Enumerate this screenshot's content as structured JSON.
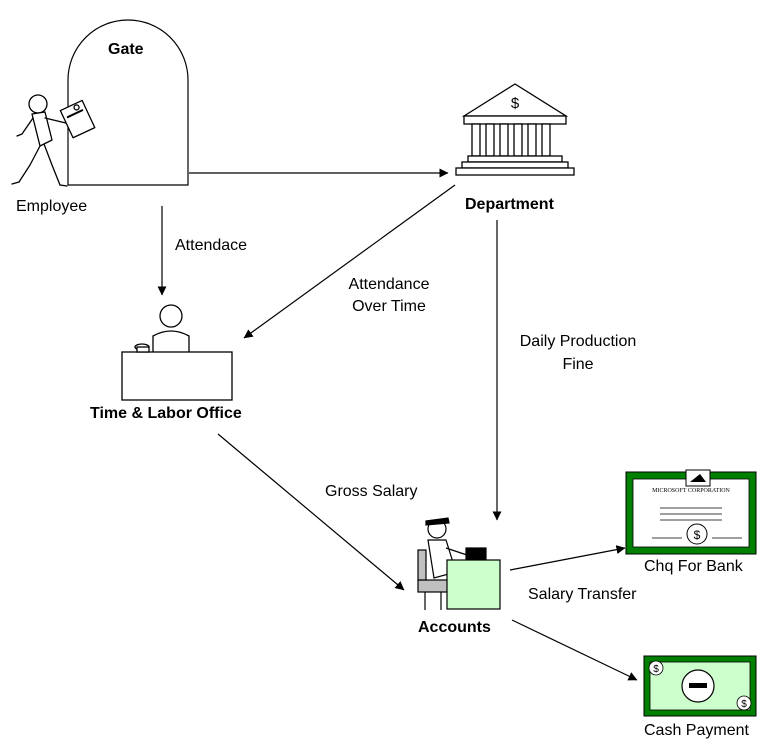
{
  "nodes": {
    "gate": "Gate",
    "employee": "Employee",
    "department": "Department",
    "time_labor_office": "Time & Labor Office",
    "accounts": "Accounts",
    "chq_for_bank": "Chq For Bank",
    "cash_payment": "Cash Payment"
  },
  "edges": {
    "attendace": "Attendace",
    "attendance_over_time": [
      "Attendance",
      "Over Time"
    ],
    "daily_production_fine": [
      "Daily Production",
      "Fine"
    ],
    "gross_salary": "Gross Salary",
    "salary_transfer": "Salary Transfer"
  },
  "icons": {
    "department": "bank-building-icon",
    "employee": "walking-employee-icon",
    "time_labor_office": "clerk-at-desk-icon",
    "accounts": "accountant-at-computer-icon",
    "cheque": "cheque-icon",
    "cash": "banknote-icon"
  },
  "cheque_text": "MICROSOFT CORPORATION",
  "currency_symbol": "$",
  "colors": {
    "money_green": "#008000",
    "money_fill": "#ccffcc",
    "line": "#000000"
  }
}
